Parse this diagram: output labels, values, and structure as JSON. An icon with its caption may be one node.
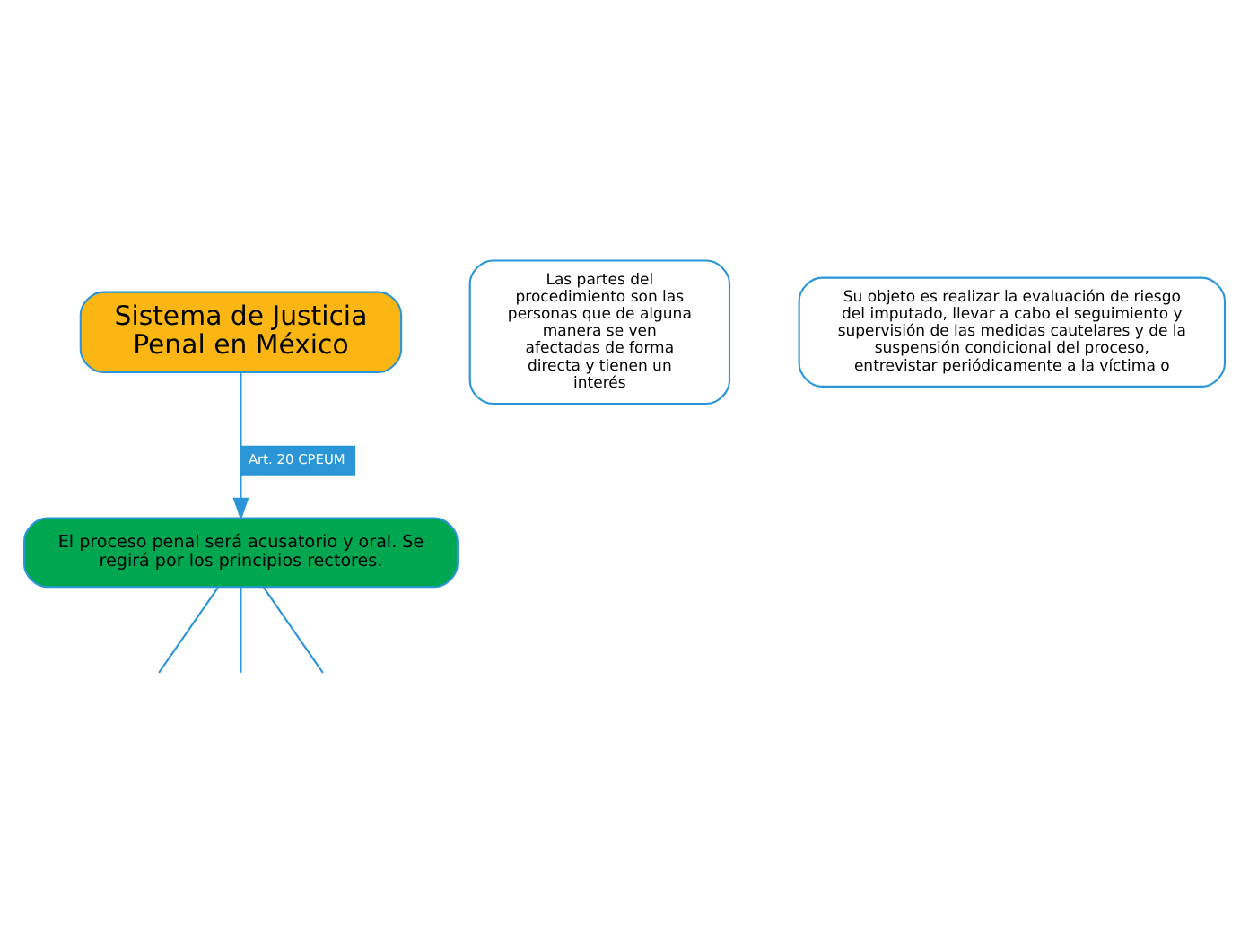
{
  "diagram": {
    "nodes": [
      {
        "text": [
          "Sistema de Justicia Penal en México"
        ]
      },
      {
        "text": [
          "El proceso penal será acusatorio y oral. Se regirá por los principios rectores."
        ]
      },
      {
        "text": [
          "Las partes del procedimiento son las personas que de alguna manera se ven afectadas de forma directa y tienen un interés"
        ]
      },
      {
        "text": [
          "Su objeto es realizar la evaluación de riesgo del imputado, llevar a cabo el seguimiento y supervisión de las medidas cautelares y de la suspensión condicional del proceso, entrevistar periódicamente a la víctima o"
        ]
      }
    ],
    "edges": [
      {
        "from": 0,
        "to": 1,
        "arrow": "to",
        "label": "Art. 20 CPEUM"
      },
      {
        "from": 1,
        "to": null,
        "arrow": "none"
      },
      {
        "from": 1,
        "to": null,
        "arrow": "none"
      },
      {
        "from": 1,
        "to": null,
        "arrow": "none"
      }
    ]
  }
}
